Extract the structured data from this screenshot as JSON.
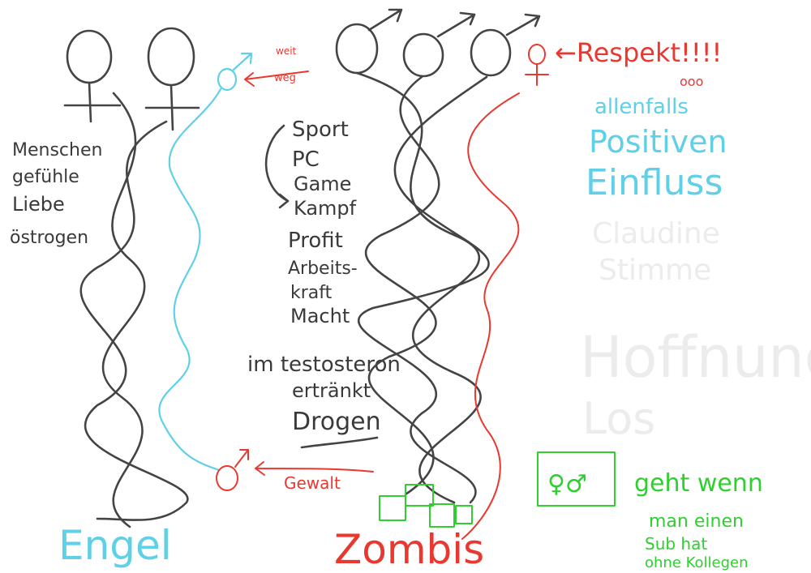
{
  "colors": {
    "dark": "#3a3a3a",
    "red": "#e8382f",
    "cyan": "#5fd0e8",
    "green": "#2fcf2f",
    "faint": "#ececec"
  },
  "left_column": {
    "words": [
      "Menschen",
      "gefühle",
      "Liebe",
      "östrogen"
    ],
    "label": "Engel"
  },
  "center_column": {
    "words_top": [
      "Sport",
      "PC",
      "Game",
      "Kampf"
    ],
    "words_mid": [
      "Profit",
      "Arbeits-",
      "kraft",
      "Macht"
    ],
    "words_low": [
      "im testosteron",
      "ertränkt",
      "Drogen"
    ],
    "label": "Zombis"
  },
  "annotations": {
    "weit_weg": [
      "weit",
      "weg"
    ],
    "respekt": "←Respekt!!!!",
    "respekt_small": "ooo",
    "gewalt": "Gewalt",
    "positive": [
      "allenfalls",
      "Positiven",
      "Einfluss"
    ],
    "faint_words": [
      "Claudine",
      "Stimme",
      "Hoffnung",
      "Los"
    ],
    "green_box_symbol": "♀♂",
    "green_text": [
      "geht wenn",
      "man einen",
      "Sub hat",
      "ohne Kollegen"
    ]
  }
}
